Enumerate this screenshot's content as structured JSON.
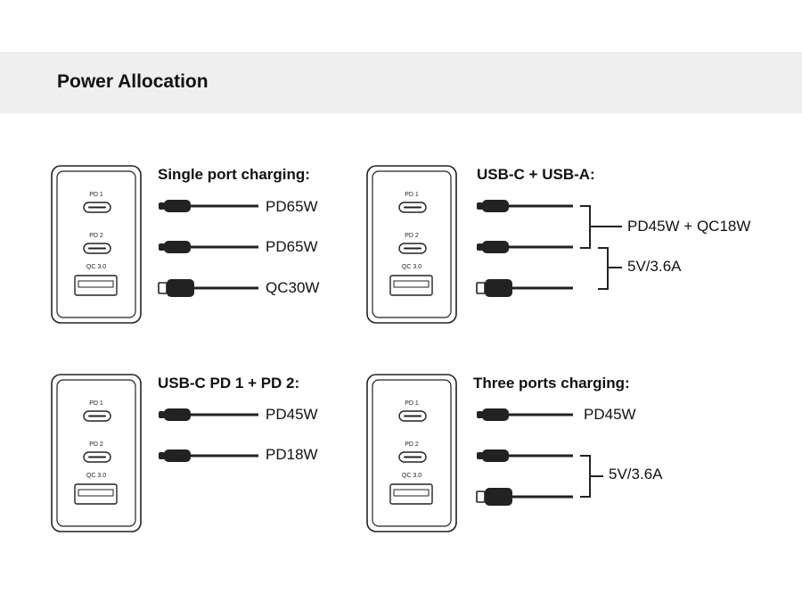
{
  "page": {
    "title": "Power Allocation"
  },
  "port_labels": {
    "pd1": "PD 1",
    "pd2": "PD 2",
    "qc": "QC 3.0"
  },
  "panels": [
    {
      "title": "Single port charging:",
      "cables": [
        "usb-c",
        "usb-c",
        "usb-a"
      ],
      "outputs": [
        "PD65W",
        "PD65W",
        "QC30W"
      ]
    },
    {
      "title": "USB-C + USB-A:",
      "cables": [
        "usb-c",
        "usb-c",
        "usb-a"
      ],
      "outputs": [
        "PD45W + QC18W",
        "5V/3.6A"
      ]
    },
    {
      "title": "USB-C PD 1 + PD 2:",
      "cables": [
        "usb-c",
        "usb-c"
      ],
      "outputs": [
        "PD45W",
        "PD18W"
      ]
    },
    {
      "title": "Three ports charging:",
      "cables": [
        "usb-c",
        "usb-c",
        "usb-a"
      ],
      "outputs": [
        "PD45W",
        "5V/3.6A"
      ]
    }
  ],
  "colors": {
    "line": "#222222",
    "header_band": "#efefef"
  }
}
